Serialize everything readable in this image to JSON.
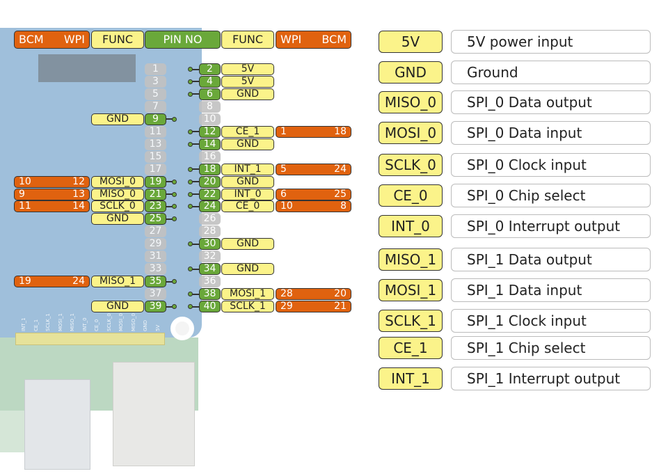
{
  "header": {
    "left_bcm": "BCM",
    "left_wpi": "WPI",
    "left_func": "FUNC",
    "pin_no": "PIN NO",
    "right_func": "FUNC",
    "right_wpi": "WPI",
    "right_bcm": "BCM"
  },
  "colors": {
    "bcm_wpi": "#e0620f",
    "func": "#fbf38a",
    "pin_used": "#6aa83a",
    "pin_unused": "#c2c2c2"
  },
  "pins": [
    {
      "pin": "1"
    },
    {
      "pin": "2",
      "func": "5V"
    },
    {
      "pin": "3"
    },
    {
      "pin": "4",
      "func": "5V"
    },
    {
      "pin": "5"
    },
    {
      "pin": "6",
      "func": "GND"
    },
    {
      "pin": "7"
    },
    {
      "pin": "8"
    },
    {
      "pin": "9",
      "func": "GND"
    },
    {
      "pin": "10"
    },
    {
      "pin": "11"
    },
    {
      "pin": "12",
      "func": "CE_1",
      "wpi": "1",
      "bcm": "18"
    },
    {
      "pin": "13"
    },
    {
      "pin": "14",
      "func": "GND"
    },
    {
      "pin": "15"
    },
    {
      "pin": "16"
    },
    {
      "pin": "17"
    },
    {
      "pin": "18",
      "func": "INT_1",
      "wpi": "5",
      "bcm": "24"
    },
    {
      "pin": "19",
      "func": "MOSI_0",
      "wpi": "12",
      "bcm": "10"
    },
    {
      "pin": "20",
      "func": "GND"
    },
    {
      "pin": "21",
      "func": "MISO_0",
      "wpi": "13",
      "bcm": "9"
    },
    {
      "pin": "22",
      "func": "INT_0",
      "wpi": "6",
      "bcm": "25"
    },
    {
      "pin": "23",
      "func": "SCLK_0",
      "wpi": "14",
      "bcm": "11"
    },
    {
      "pin": "24",
      "func": "CE_0",
      "wpi": "10",
      "bcm": "8"
    },
    {
      "pin": "25",
      "func": "GND"
    },
    {
      "pin": "26"
    },
    {
      "pin": "27"
    },
    {
      "pin": "28"
    },
    {
      "pin": "29"
    },
    {
      "pin": "30",
      "func": "GND"
    },
    {
      "pin": "31"
    },
    {
      "pin": "32"
    },
    {
      "pin": "33"
    },
    {
      "pin": "34",
      "func": "GND"
    },
    {
      "pin": "35",
      "func": "MISO_1",
      "wpi": "24",
      "bcm": "19"
    },
    {
      "pin": "36"
    },
    {
      "pin": "37"
    },
    {
      "pin": "38",
      "func": "MOSI_1",
      "wpi": "28",
      "bcm": "20"
    },
    {
      "pin": "39",
      "func": "GND"
    },
    {
      "pin": "40",
      "func": "SCLK_1",
      "wpi": "29",
      "bcm": "21"
    }
  ],
  "legend": [
    {
      "name": "5V",
      "desc": "5V power input"
    },
    {
      "name": "GND",
      "desc": "Ground"
    },
    {
      "name": "MISO_0",
      "desc": "SPI_0 Data output"
    },
    {
      "name": "MOSI_0",
      "desc": "SPI_0 Data input"
    },
    {
      "name": "SCLK_0",
      "desc": "SPI_0 Clock input"
    },
    {
      "name": "CE_0",
      "desc": "SPI_0 Chip select"
    },
    {
      "name": "INT_0",
      "desc": "SPI_0 Interrupt output"
    },
    {
      "name": "MISO_1",
      "desc": "SPI_1 Data output"
    },
    {
      "name": "MOSI_1",
      "desc": "SPI_1 Data input"
    },
    {
      "name": "SCLK_1",
      "desc": "SPI_1 Clock input"
    },
    {
      "name": "CE_1",
      "desc": "SPI_1 Chip select"
    },
    {
      "name": "INT_1",
      "desc": "SPI_1 Interrupt output"
    }
  ],
  "board_silk": [
    "INT_1",
    "CE_1",
    "SCLK_1",
    "MOSI_1",
    "MISO_1",
    "INT_0",
    "CE_0",
    "SCLK_0",
    "MOSI_0",
    "MISO_0",
    "GND",
    "5V"
  ]
}
